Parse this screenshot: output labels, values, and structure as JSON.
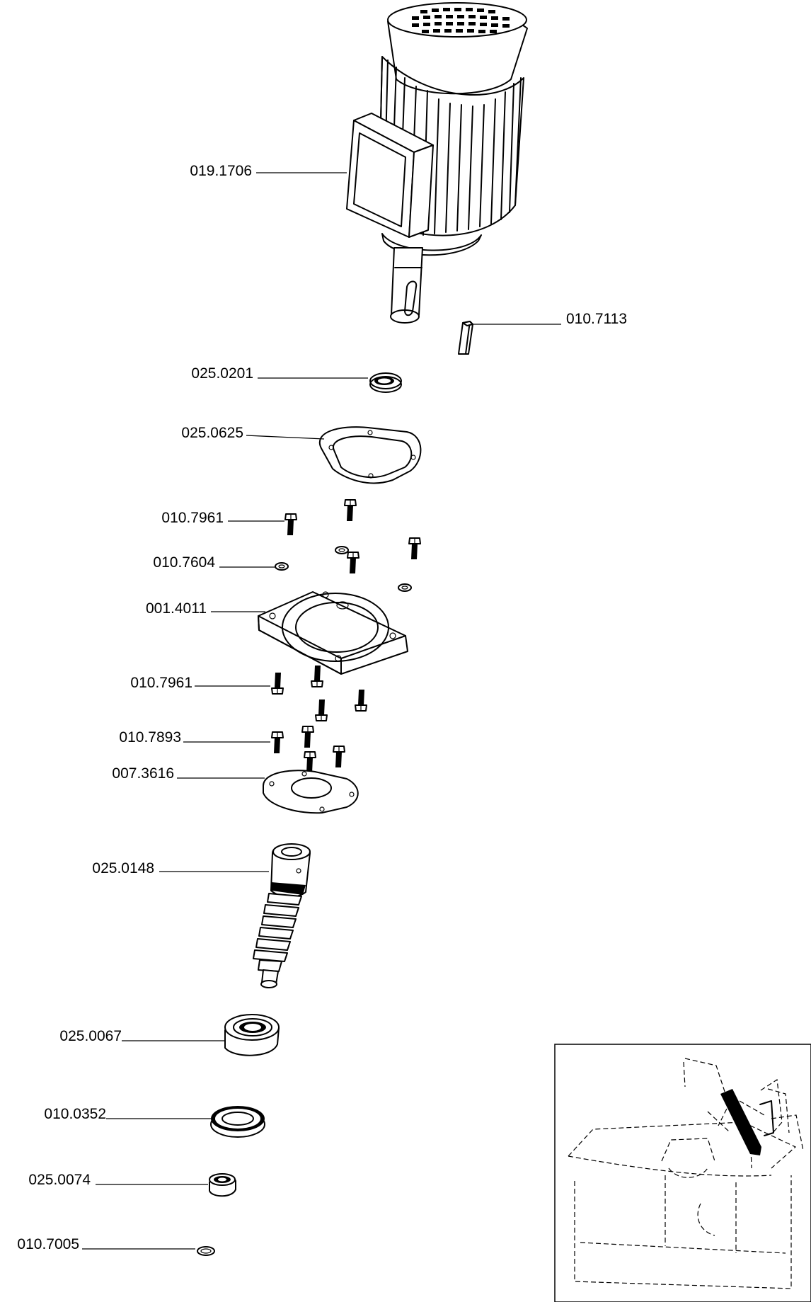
{
  "parts": [
    {
      "code": "019.1706"
    },
    {
      "code": "010.7113"
    },
    {
      "code": "025.0201"
    },
    {
      "code": "025.0625"
    },
    {
      "code": "010.7961"
    },
    {
      "code": "010.7604"
    },
    {
      "code": "001.4011"
    },
    {
      "code": "010.7961"
    },
    {
      "code": "010.7893"
    },
    {
      "code": "007.3616"
    },
    {
      "code": "025.0148"
    },
    {
      "code": "025.0067"
    },
    {
      "code": "010.0352"
    },
    {
      "code": "025.0074"
    },
    {
      "code": "010.7005"
    }
  ]
}
